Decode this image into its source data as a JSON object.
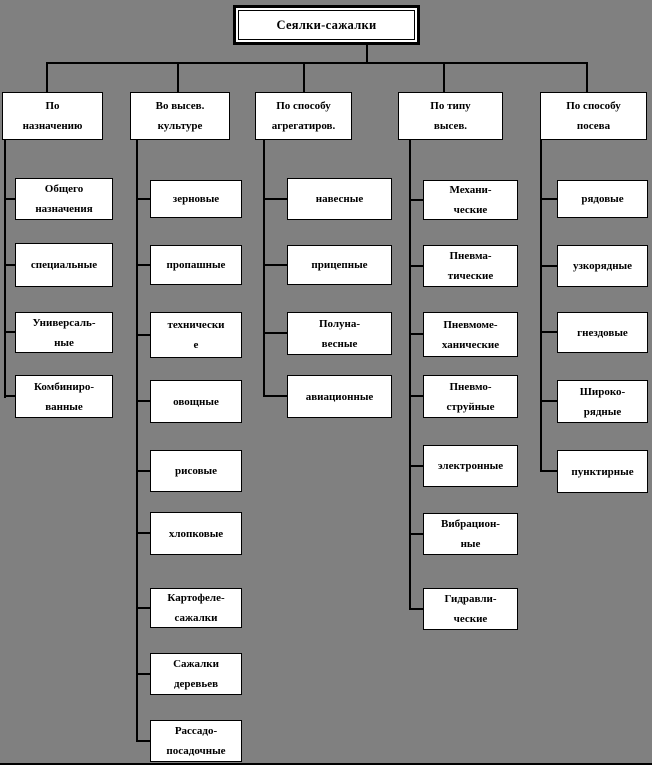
{
  "title": "Сеялки-сажалки",
  "colors": {
    "background": "#808080",
    "box_fill": "#ffffff",
    "box_border": "#000000",
    "connector": "#000000",
    "text": "#000000"
  },
  "columns": [
    {
      "header": "По\nназначению",
      "items": [
        "Общего\nназначения",
        "специальные",
        "Универсаль-\nные",
        "Комбиниро-\nванные"
      ]
    },
    {
      "header": "Во высев.\nкультуре",
      "items": [
        "зерновые",
        "пропашные",
        "технически\nе",
        "овощные",
        "рисовые",
        "хлопковые",
        "Картофеле-\nсажалки",
        "Сажалки\nдеревьев",
        "Рассадо-\nпосадочные"
      ]
    },
    {
      "header": "По способу\nагрегатиров.",
      "items": [
        "навесные",
        "прицепные",
        "Полуна-\nвесные",
        "авиационные"
      ]
    },
    {
      "header": "По типу\nвысев.",
      "items": [
        "Механи-\nческие",
        "Пневма-\nтические",
        "Пневмоме-\nханические",
        "Пневмо-\nструйные",
        "электронные",
        "Вибрацион-\nные",
        "Гидравли-\nческие"
      ]
    },
    {
      "header": "По способу\nпосева",
      "items": [
        "рядовые",
        "узкорядные",
        "гнездовые",
        "Широко-\nрядные",
        "пунктирные"
      ]
    }
  ]
}
